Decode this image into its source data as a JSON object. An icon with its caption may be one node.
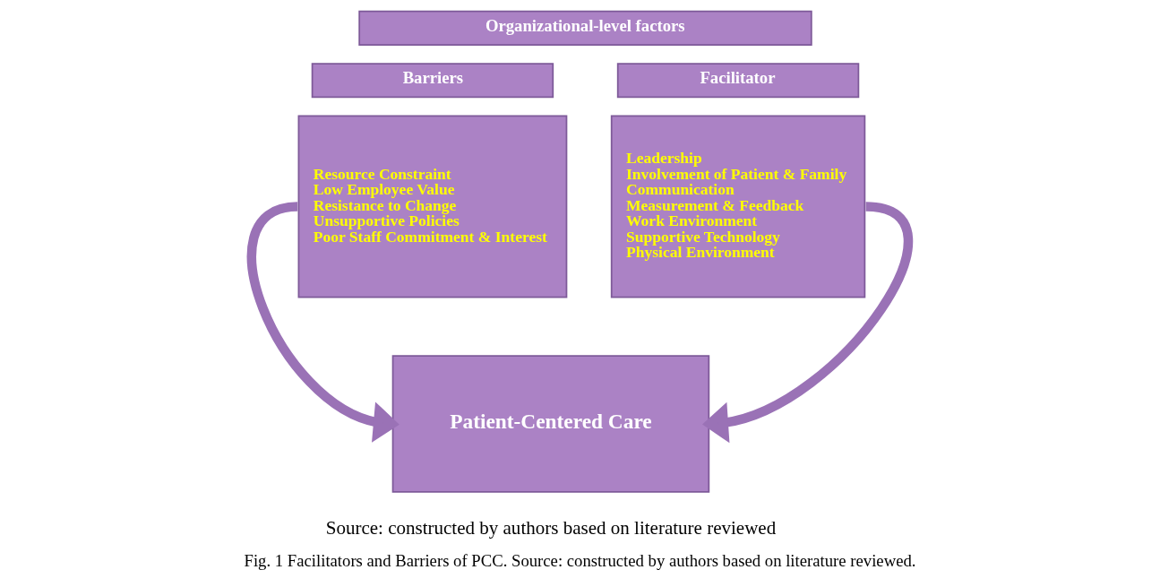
{
  "diagram": {
    "caption": "Fig. 1 Facilitators and Barriers of PCC. Source: constructed by authors based on literature reviewed.",
    "nodes": [
      {
        "text": [
          "Organizational-level factors"
        ]
      },
      {
        "text": [
          "Barriers"
        ]
      },
      {
        "text": [
          "Resource Constraint",
          "Low Employee Value",
          "Resistance to Change",
          "Unsupportive Policies",
          "Poor Staff Commitment & Interest"
        ]
      },
      {
        "text": [
          "Facilitator"
        ]
      },
      {
        "text": [
          "Leadership",
          "Involvement of Patient & Family",
          "Communication",
          "Measurement & Feedback",
          "Work Environment",
          "Supportive Technology",
          "Physical Environment"
        ]
      },
      {
        "text": [
          "Patient-Centered Care"
        ]
      }
    ],
    "edges": [
      {
        "from": 2,
        "to": 5,
        "arrow": "to"
      },
      {
        "from": 4,
        "to": 5,
        "arrow": "to"
      }
    ],
    "labels": [
      "Source: constructed by authors based on literature reviewed"
    ]
  }
}
